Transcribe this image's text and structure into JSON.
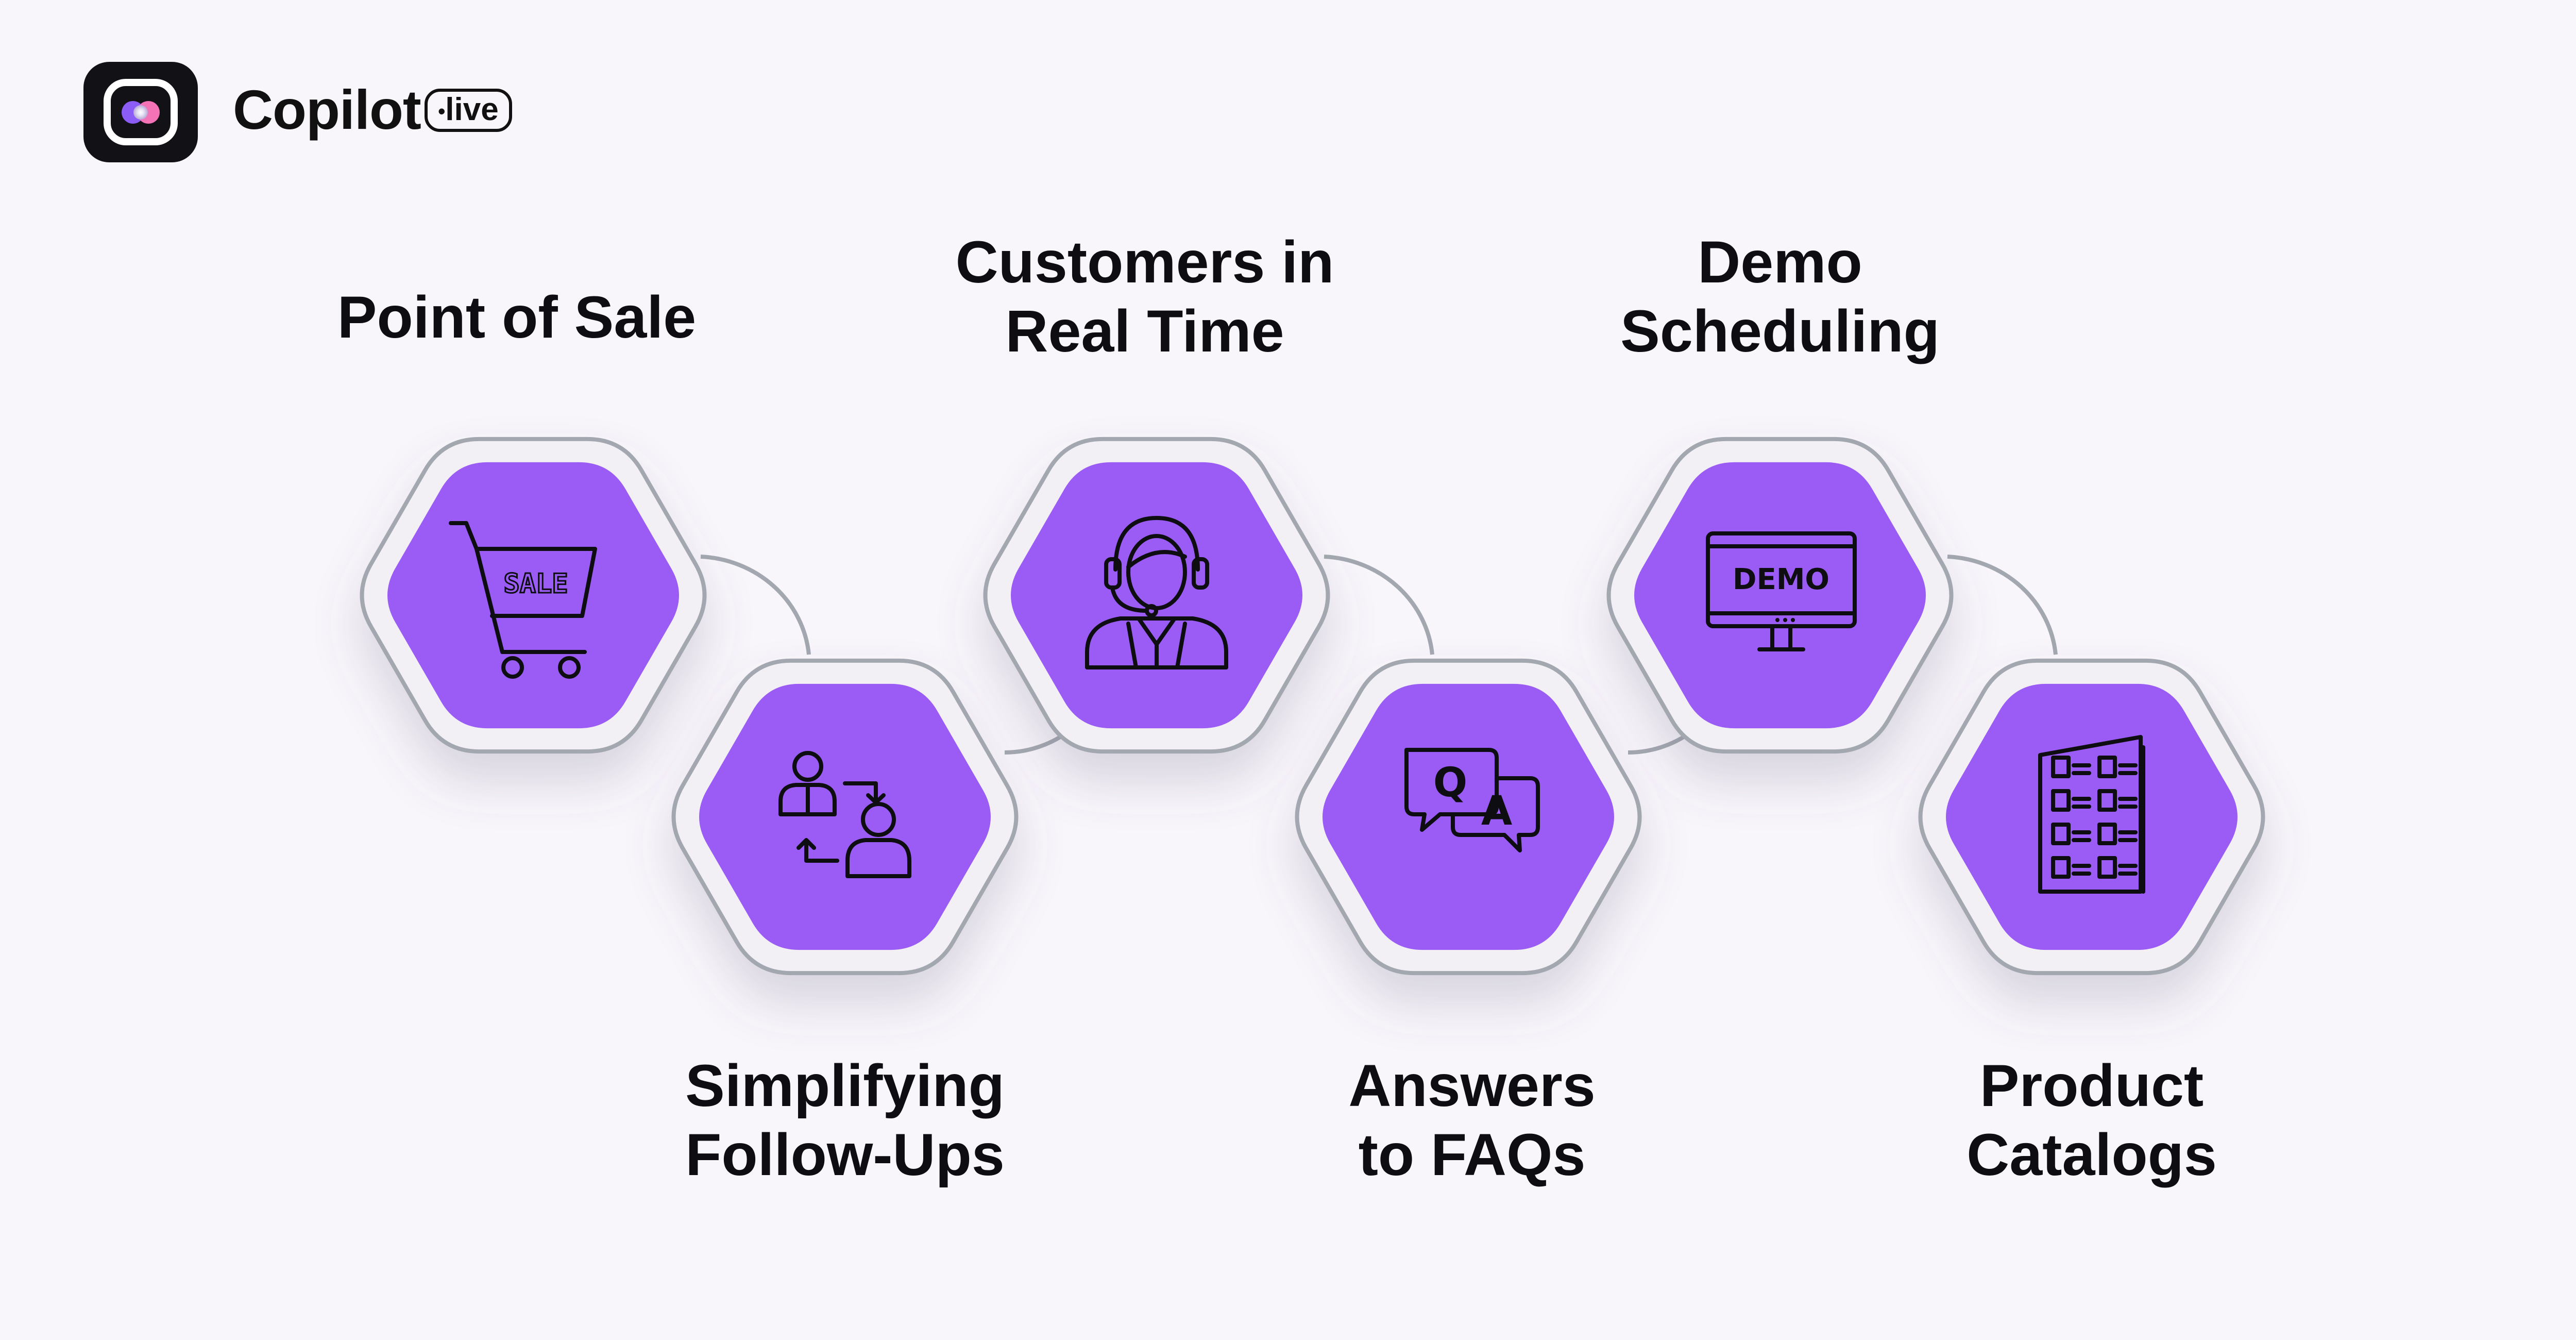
{
  "brand": {
    "name": "Copilot",
    "badge": "live"
  },
  "colors": {
    "background": "#f8f5fb",
    "hex_fill": "#9a5cf5",
    "hex_ring": "#f2f0f4",
    "hex_outline": "#a3a8b0",
    "icon_stroke": "#0d0d12",
    "text": "#0d0d12"
  },
  "items": [
    {
      "label": "Point of Sale",
      "icon": "shopping-cart-sale-icon",
      "icon_text": "SALE"
    },
    {
      "label": "Simplifying\nFollow-Ups",
      "icon": "people-exchange-icon"
    },
    {
      "label": "Customers in\nReal Time",
      "icon": "support-agent-headset-icon"
    },
    {
      "label": "Answers\nto FAQs",
      "icon": "question-answer-bubbles-icon",
      "icon_text_q": "Q",
      "icon_text_a": "A"
    },
    {
      "label": "Demo\nScheduling",
      "icon": "monitor-demo-icon",
      "icon_text": "DEMO"
    },
    {
      "label": "Product\nCatalogs",
      "icon": "catalog-checklist-icon"
    }
  ]
}
